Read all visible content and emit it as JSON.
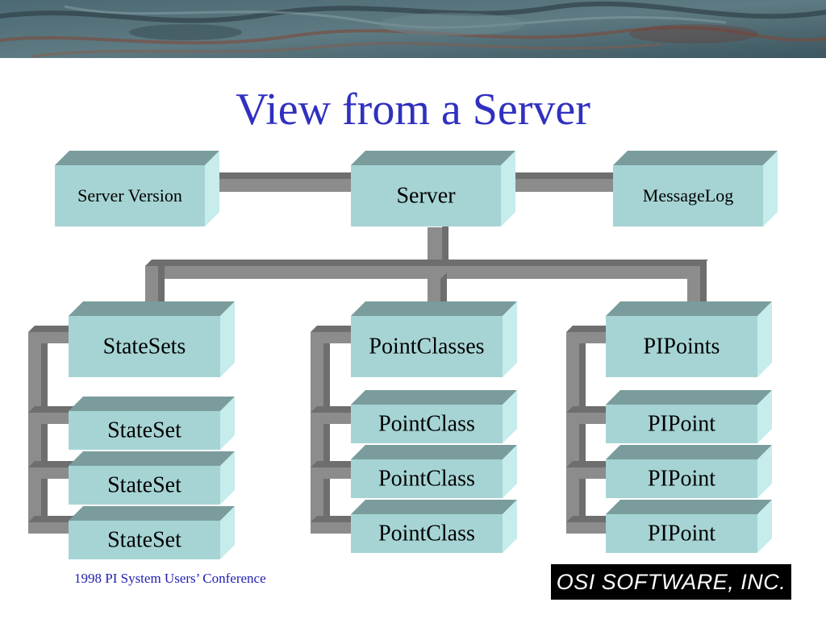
{
  "title": "View from a Server",
  "footer": "1998 PI System Users’ Conference",
  "logo_text": "OSI SOFTWARE, INC.",
  "colors": {
    "title": "#3030c0",
    "box_front": "#a6d4d4",
    "box_top": "#7a9c9c",
    "box_side": "#c6ecec",
    "connector": "#8c8c8c",
    "footer": "#2020b0"
  },
  "nodes": {
    "server_version": "Server Version",
    "server": "Server",
    "message_log": "MessageLog",
    "statesets": "StateSets",
    "pointclasses": "PointClasses",
    "pipoints": "PIPoints",
    "stateset_items": [
      "StateSet",
      "StateSet",
      "StateSet"
    ],
    "pointclass_items": [
      "PointClass",
      "PointClass",
      "PointClass"
    ],
    "pipoint_items": [
      "PIPoint",
      "PIPoint",
      "PIPoint"
    ]
  }
}
